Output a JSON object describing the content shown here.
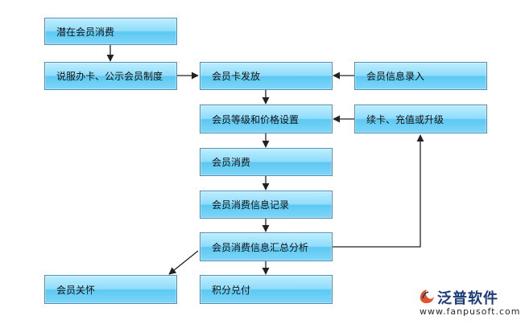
{
  "nodes": {
    "potential_member_consumption": "潜在会员消费",
    "persuade_card_announce_policy": "说服办卡、公示会员制度",
    "member_card_issue": "会员卡发放",
    "member_info_entry": "会员信息录入",
    "member_level_price_setting": "会员等级和价格设置",
    "renew_recharge_upgrade": "续卡、充值或升级",
    "member_consumption": "会员消费",
    "member_consumption_record": "会员消费信息记录",
    "member_consumption_summary_analysis": "会员消费信息汇总分析",
    "member_care": "会员关怀",
    "points_redemption": "积分兑付"
  },
  "logo": {
    "name": "泛普软件",
    "url": "www.fanpusoft.com",
    "color": "#1b3a78"
  },
  "colors": {
    "node_fill_top": "#bdeeff",
    "node_fill_bottom": "#5cc8f2",
    "node_border": "#4f8fb5",
    "arrow": "#222222"
  }
}
